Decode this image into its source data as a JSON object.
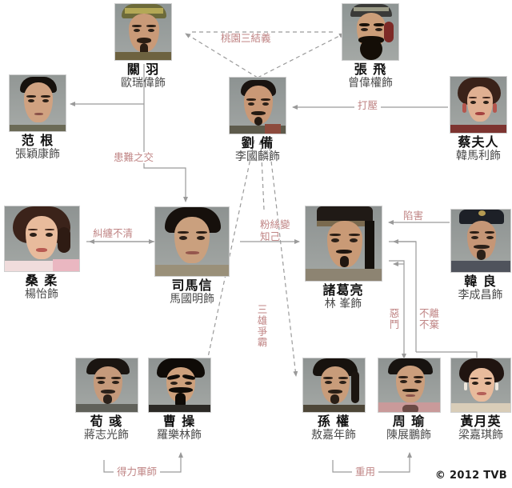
{
  "meta": {
    "copyright": "© 2012 TVB"
  },
  "characters": [
    {
      "id": "guanyu",
      "name": "關 羽",
      "actor": "歐瑞偉飾"
    },
    {
      "id": "zhangfei",
      "name": "張 飛",
      "actor": "曾偉權飾"
    },
    {
      "id": "liubei",
      "name": "劉 備",
      "actor": "李國麟飾"
    },
    {
      "id": "fangen",
      "name": "范 根",
      "actor": "張穎康飾"
    },
    {
      "id": "madamcai",
      "name": "蔡夫人",
      "actor": "韓馬利飾"
    },
    {
      "id": "sangrou",
      "name": "桑 柔",
      "actor": "楊怡飾"
    },
    {
      "id": "simaxin",
      "name": "司馬信",
      "actor": "馬國明飾"
    },
    {
      "id": "zhugeliang",
      "name": "諸葛亮",
      "actor": "林 峯飾"
    },
    {
      "id": "hanliang",
      "name": "韓 良",
      "actor": "李成昌飾"
    },
    {
      "id": "xunyu",
      "name": "荀 彧",
      "actor": "蔣志光飾"
    },
    {
      "id": "caocao",
      "name": "曹 操",
      "actor": "羅樂林飾"
    },
    {
      "id": "sunquan",
      "name": "孫 權",
      "actor": "敖嘉年飾"
    },
    {
      "id": "zhouyu",
      "name": "周 瑜",
      "actor": "陳展鵬飾"
    },
    {
      "id": "huangyueying",
      "name": "黃月英",
      "actor": "梁嘉琪飾"
    }
  ],
  "relations": [
    {
      "id": "sworn-brothers",
      "label": "桃園三結義"
    },
    {
      "id": "suppress",
      "label": "打壓"
    },
    {
      "id": "hardship-friend",
      "label": "患難之交"
    },
    {
      "id": "entangled",
      "label": "糾纏不清"
    },
    {
      "id": "fan-to-confidant",
      "label_line1": "粉絲變",
      "label_line2": "知己"
    },
    {
      "id": "frame-up",
      "label": "陷害"
    },
    {
      "id": "three-heroes",
      "label_line1": "三雄",
      "label_line2": "爭霸"
    },
    {
      "id": "fierce-fight",
      "label_line1": "惡",
      "label_line2": "鬥"
    },
    {
      "id": "never-abandon",
      "label_line1": "不離",
      "label_line2": "不棄"
    },
    {
      "id": "able-strategist",
      "label": "得力軍師"
    },
    {
      "id": "reuse",
      "label": "重用"
    }
  ],
  "colors": {
    "label": "#c08585",
    "line": "#9a9a9a",
    "dashed": "#9a9a9a",
    "name": "#111111",
    "actor": "#4a4a4a"
  }
}
